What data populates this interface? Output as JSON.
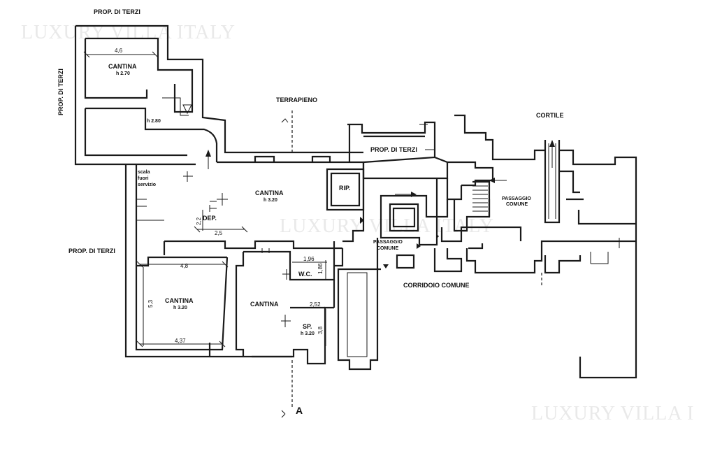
{
  "watermarks": [
    "LUXURY VILLA ITALY",
    "LUXURY VILLA ITALY",
    "LUXURY VILLA I"
  ],
  "labels": {
    "prop_terzi_top": "PROP. DI TERZI",
    "prop_terzi_left": "PROP. DI TERZI",
    "prop_terzi_mid": "PROP. DI TERZI",
    "prop_terzi_right": "PROP. DI TERZI",
    "terrapieno": "TERRAPIENO",
    "cortile": "CORTILE",
    "cantina_top": "CANTINA",
    "cantina_top_h": "h 2.70",
    "h_280": "h 2.80",
    "scala_1": "scala",
    "scala_2": "fuori",
    "scala_3": "servizio",
    "cantina_center": "CANTINA",
    "cantina_center_h": "h 3.20",
    "dep": "DEP.",
    "rip": "RIP.",
    "cantina_left": "CANTINA",
    "cantina_left_h": "h 3.20",
    "cantina_mid": "CANTINA",
    "wc": "W.C.",
    "sp": "SP.",
    "sp_h": "h 3.20",
    "passaggio_comune_1a": "PASSAGGIO",
    "passaggio_comune_1b": "COMUNE",
    "passaggio_comune_2a": "PASSAGGIO",
    "passaggio_comune_2b": "COMUNE",
    "corridoio_comune": "CORRIDOIO COMUNE",
    "section_a": "A"
  },
  "dimensions": {
    "d_46": "4,6",
    "d_22": "2,2",
    "d_25": "2,5",
    "d_48": "4,8",
    "d_53": "5,3",
    "d_437": "4,37",
    "d_196": "1,96",
    "d_186": "1,86",
    "d_252": "2,52",
    "d_38": "3,8"
  }
}
